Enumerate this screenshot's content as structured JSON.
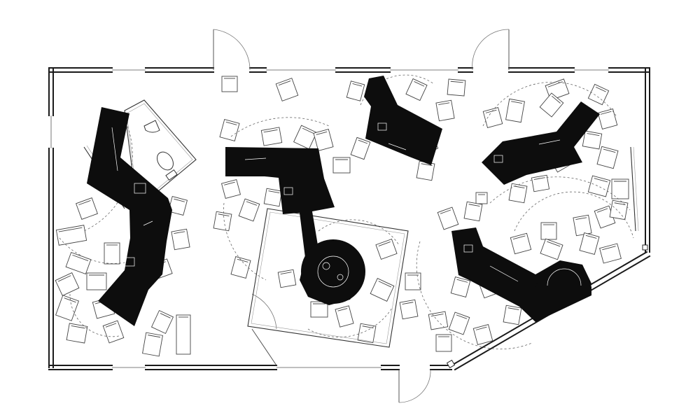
{
  "drawing": {
    "type": "floor-plan",
    "style": "black-and-white line drawing",
    "colors": {
      "ink": "#0d0d0d",
      "line": "#444444",
      "background": "#ffffff"
    }
  },
  "elements": {
    "solid_furniture_pieces": 5,
    "doors": 4,
    "enclosures": 2,
    "loose_chairs": "many"
  }
}
